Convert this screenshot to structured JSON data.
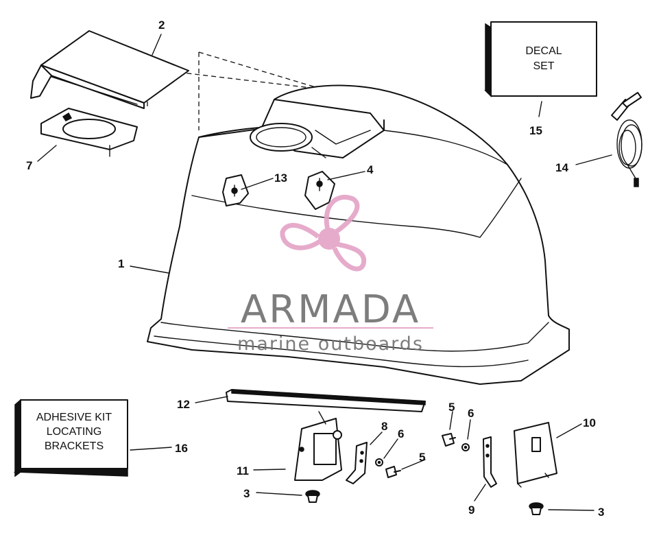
{
  "callouts": {
    "n1": "1",
    "n2": "2",
    "n3a": "3",
    "n3b": "3",
    "n4": "4",
    "n5a": "5",
    "n5b": "5",
    "n6a": "6",
    "n6b": "6",
    "n7": "7",
    "n8": "8",
    "n9": "9",
    "n10": "10",
    "n11": "11",
    "n12": "12",
    "n13": "13",
    "n14": "14",
    "n15": "15",
    "n16": "16"
  },
  "decal_box": {
    "line1": "DECAL",
    "line2": "SET"
  },
  "adhesive_box": {
    "line1": "ADHESIVE KIT",
    "line2": "LOCATING",
    "line3": "BRACKETS"
  },
  "watermark": {
    "brand": "ARMADA",
    "tagline": "marine outboards",
    "colors": {
      "logo": "#e4a3c6",
      "text": "#6f6f6f"
    }
  }
}
